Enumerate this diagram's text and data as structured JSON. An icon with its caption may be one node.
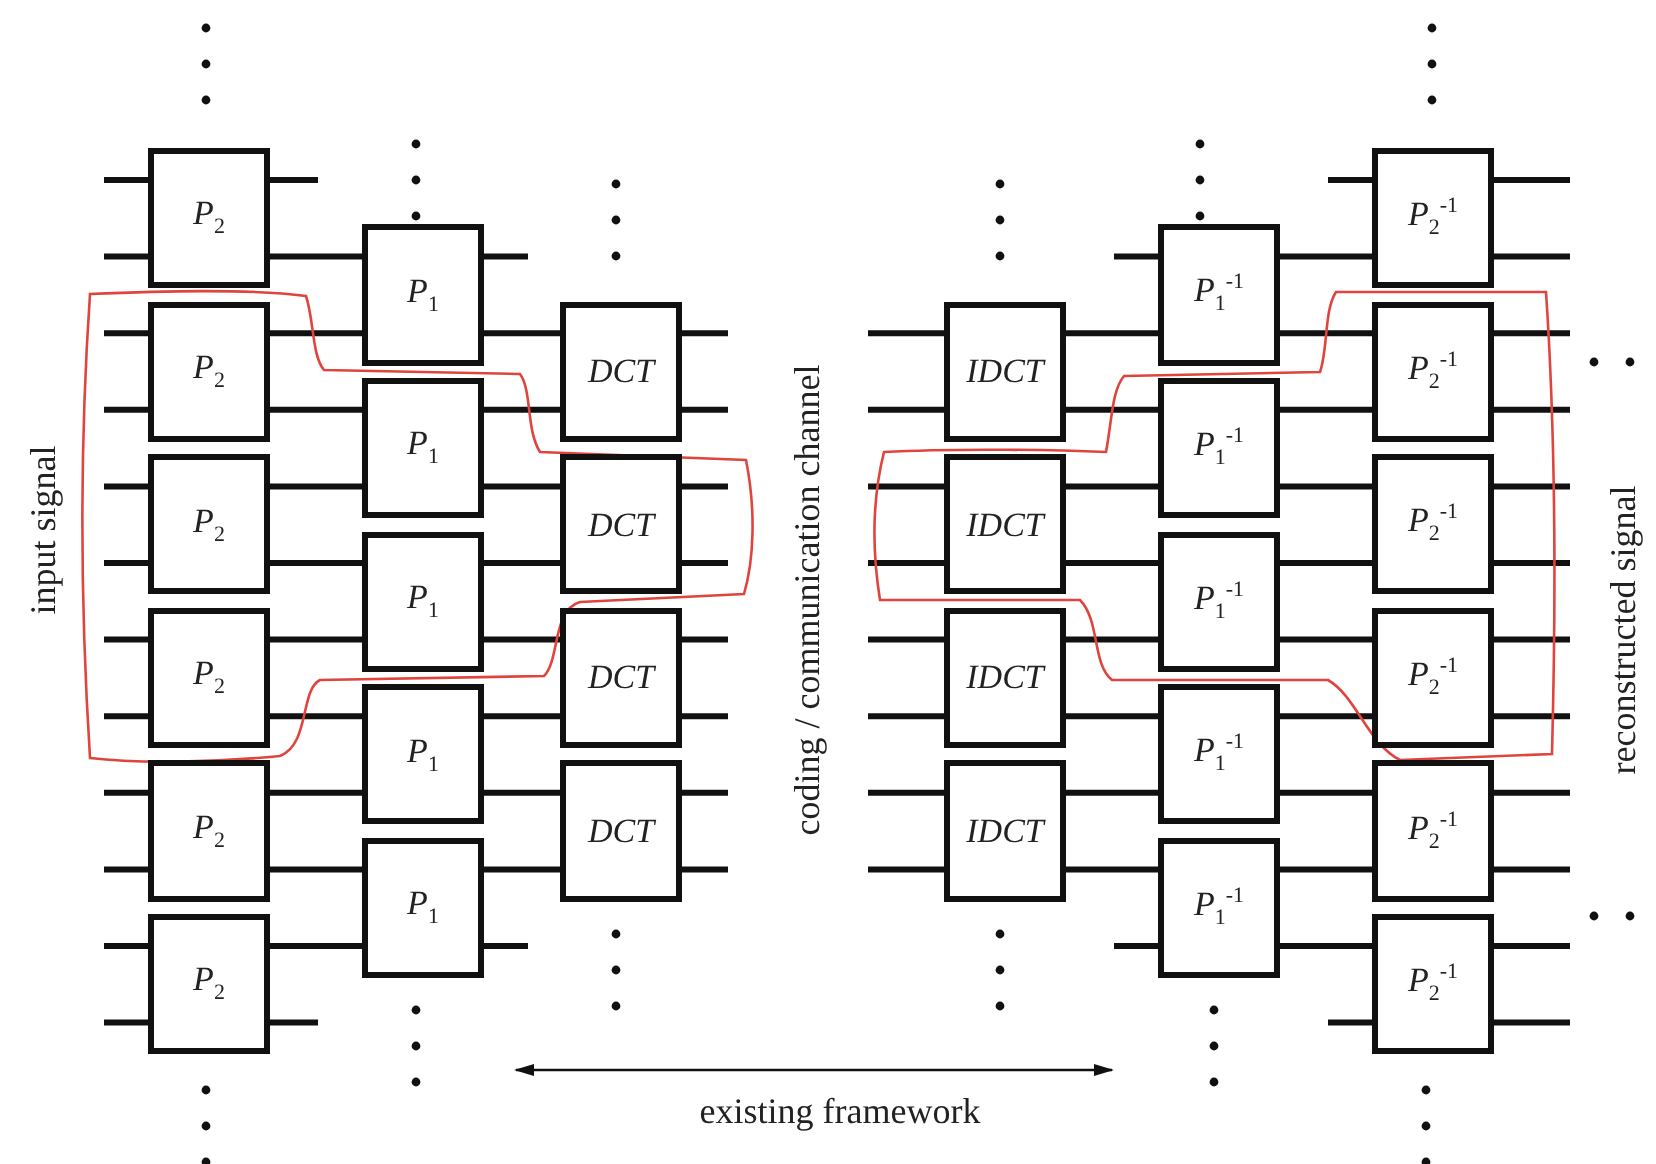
{
  "diagram": {
    "nodes": [
      {
        "text": [
          "P$_{2}$"
        ]
      },
      {
        "text": [
          "P$_{2}$"
        ]
      },
      {
        "text": [
          "P$_{2}$"
        ]
      },
      {
        "text": [
          "P$_{2}$"
        ]
      },
      {
        "text": [
          "P$_{2}$"
        ]
      },
      {
        "text": [
          "P$_{2}$"
        ]
      },
      {
        "text": [
          "P$_{1}$"
        ]
      },
      {
        "text": [
          "P$_{1}$"
        ]
      },
      {
        "text": [
          "P$_{1}$"
        ]
      },
      {
        "text": [
          "P$_{1}$"
        ]
      },
      {
        "text": [
          "P$_{1}$"
        ]
      },
      {
        "text": [
          "DCT"
        ]
      },
      {
        "text": [
          "DCT"
        ]
      },
      {
        "text": [
          "DCT"
        ]
      },
      {
        "text": [
          "DCT"
        ]
      },
      {
        "text": [
          "IDCT"
        ]
      },
      {
        "text": [
          "IDCT"
        ]
      },
      {
        "text": [
          "IDCT"
        ]
      },
      {
        "text": [
          "IDCT"
        ]
      },
      {
        "text": [
          "P$_{1}$$^{-1}$"
        ]
      },
      {
        "text": [
          "P$_{1}$$^{-1}$"
        ]
      },
      {
        "text": [
          "P$_{1}$$^{-1}$"
        ]
      },
      {
        "text": [
          "P$_{1}$$^{-1}$"
        ]
      },
      {
        "text": [
          "P$_{1}$$^{-1}$"
        ]
      },
      {
        "text": [
          "P$_{2}$$^{-1}$"
        ]
      },
      {
        "text": [
          "P$_{2}$$^{-1}$"
        ]
      },
      {
        "text": [
          "P$_{2}$$^{-1}$"
        ]
      },
      {
        "text": [
          "P$_{2}$$^{-1}$"
        ]
      },
      {
        "text": [
          "P$_{2}$$^{-1}$"
        ]
      },
      {
        "text": [
          "P$_{2}$$^{-1}$"
        ]
      }
    ],
    "edges": [
      {
        "from": null,
        "to": 0,
        "arrow": "none"
      },
      {
        "from": null,
        "to": 0,
        "arrow": "none"
      },
      {
        "from": null,
        "to": 1,
        "arrow": "none"
      },
      {
        "from": null,
        "to": 1,
        "arrow": "none"
      },
      {
        "from": null,
        "to": 2,
        "arrow": "none"
      },
      {
        "from": null,
        "to": 2,
        "arrow": "none"
      },
      {
        "from": null,
        "to": 3,
        "arrow": "none"
      },
      {
        "from": null,
        "to": 3,
        "arrow": "none"
      },
      {
        "from": null,
        "to": 4,
        "arrow": "none"
      },
      {
        "from": null,
        "to": 4,
        "arrow": "none"
      },
      {
        "from": null,
        "to": 5,
        "arrow": "none"
      },
      {
        "from": null,
        "to": 5,
        "arrow": "none"
      },
      {
        "from": 0,
        "to": null,
        "arrow": "none"
      },
      {
        "from": 5,
        "to": null,
        "arrow": "none"
      },
      {
        "from": 0,
        "to": 6,
        "arrow": "none"
      },
      {
        "from": 1,
        "to": 6,
        "arrow": "none"
      },
      {
        "from": 1,
        "to": 7,
        "arrow": "none"
      },
      {
        "from": 2,
        "to": 7,
        "arrow": "none"
      },
      {
        "from": 2,
        "to": 8,
        "arrow": "none"
      },
      {
        "from": 3,
        "to": 8,
        "arrow": "none"
      },
      {
        "from": 3,
        "to": 9,
        "arrow": "none"
      },
      {
        "from": 4,
        "to": 9,
        "arrow": "none"
      },
      {
        "from": 4,
        "to": 10,
        "arrow": "none"
      },
      {
        "from": 5,
        "to": 10,
        "arrow": "none"
      },
      {
        "from": 6,
        "to": null,
        "arrow": "none"
      },
      {
        "from": 10,
        "to": null,
        "arrow": "none"
      },
      {
        "from": 6,
        "to": 11,
        "arrow": "none"
      },
      {
        "from": 7,
        "to": 11,
        "arrow": "none"
      },
      {
        "from": 7,
        "to": 12,
        "arrow": "none"
      },
      {
        "from": 8,
        "to": 12,
        "arrow": "none"
      },
      {
        "from": 8,
        "to": 13,
        "arrow": "none"
      },
      {
        "from": 9,
        "to": 13,
        "arrow": "none"
      },
      {
        "from": 9,
        "to": 14,
        "arrow": "none"
      },
      {
        "from": 10,
        "to": 14,
        "arrow": "none"
      },
      {
        "from": 11,
        "to": null,
        "arrow": "none"
      },
      {
        "from": 11,
        "to": null,
        "arrow": "none"
      },
      {
        "from": 12,
        "to": null,
        "arrow": "none"
      },
      {
        "from": 12,
        "to": null,
        "arrow": "none"
      },
      {
        "from": 13,
        "to": null,
        "arrow": "none"
      },
      {
        "from": 13,
        "to": null,
        "arrow": "none"
      },
      {
        "from": 14,
        "to": null,
        "arrow": "none"
      },
      {
        "from": 14,
        "to": null,
        "arrow": "none"
      },
      {
        "from": null,
        "to": 15,
        "arrow": "none"
      },
      {
        "from": null,
        "to": 15,
        "arrow": "none"
      },
      {
        "from": null,
        "to": 16,
        "arrow": "none"
      },
      {
        "from": null,
        "to": 16,
        "arrow": "none"
      },
      {
        "from": null,
        "to": 17,
        "arrow": "none"
      },
      {
        "from": null,
        "to": 17,
        "arrow": "none"
      },
      {
        "from": null,
        "to": 18,
        "arrow": "none"
      },
      {
        "from": null,
        "to": 18,
        "arrow": "none"
      },
      {
        "from": 15,
        "to": 19,
        "arrow": "none"
      },
      {
        "from": 15,
        "to": 20,
        "arrow": "none"
      },
      {
        "from": 16,
        "to": 20,
        "arrow": "none"
      },
      {
        "from": 16,
        "to": 21,
        "arrow": "none"
      },
      {
        "from": 17,
        "to": 21,
        "arrow": "none"
      },
      {
        "from": 17,
        "to": 22,
        "arrow": "none"
      },
      {
        "from": 18,
        "to": 22,
        "arrow": "none"
      },
      {
        "from": 18,
        "to": 23,
        "arrow": "none"
      },
      {
        "from": null,
        "to": 19,
        "arrow": "none"
      },
      {
        "from": null,
        "to": 23,
        "arrow": "none"
      },
      {
        "from": 19,
        "to": 24,
        "arrow": "none"
      },
      {
        "from": 19,
        "to": 25,
        "arrow": "none"
      },
      {
        "from": 20,
        "to": 25,
        "arrow": "none"
      },
      {
        "from": 20,
        "to": 26,
        "arrow": "none"
      },
      {
        "from": 21,
        "to": 26,
        "arrow": "none"
      },
      {
        "from": 21,
        "to": 27,
        "arrow": "none"
      },
      {
        "from": 22,
        "to": 27,
        "arrow": "none"
      },
      {
        "from": 22,
        "to": 28,
        "arrow": "none"
      },
      {
        "from": 23,
        "to": 28,
        "arrow": "none"
      },
      {
        "from": 23,
        "to": 29,
        "arrow": "none"
      },
      {
        "from": null,
        "to": 24,
        "arrow": "none"
      },
      {
        "from": null,
        "to": 29,
        "arrow": "none"
      },
      {
        "from": 24,
        "to": null,
        "arrow": "none"
      },
      {
        "from": 24,
        "to": null,
        "arrow": "none"
      },
      {
        "from": 25,
        "to": null,
        "arrow": "none"
      },
      {
        "from": 25,
        "to": null,
        "arrow": "none"
      },
      {
        "from": 26,
        "to": null,
        "arrow": "none"
      },
      {
        "from": 26,
        "to": null,
        "arrow": "none"
      },
      {
        "from": 27,
        "to": null,
        "arrow": "none"
      },
      {
        "from": 27,
        "to": null,
        "arrow": "none"
      },
      {
        "from": 28,
        "to": null,
        "arrow": "none"
      },
      {
        "from": 28,
        "to": null,
        "arrow": "none"
      },
      {
        "from": 29,
        "to": null,
        "arrow": "none"
      },
      {
        "from": 29,
        "to": null,
        "arrow": "none"
      }
    ],
    "labels": [
      "input signal",
      "coding / communication channel",
      "reconstructed signal",
      "existing framework"
    ]
  }
}
